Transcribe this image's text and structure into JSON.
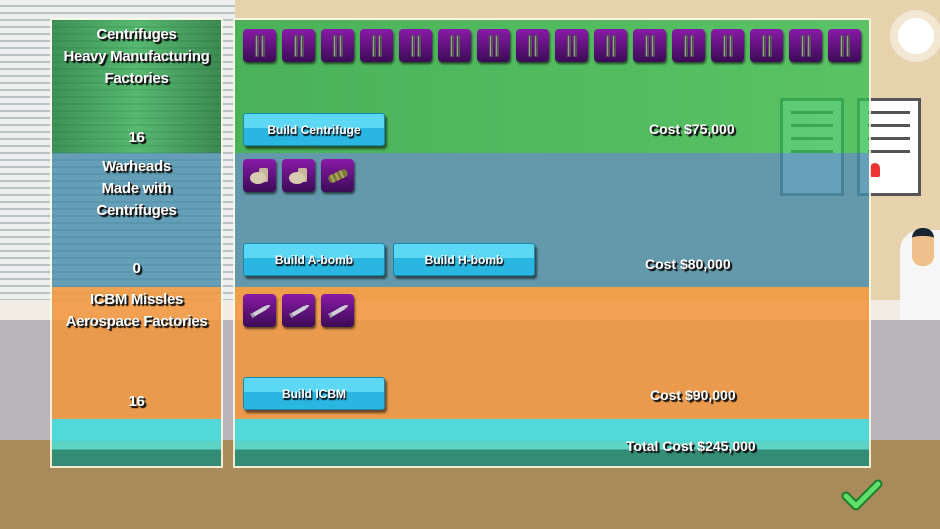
{
  "summary": {
    "centrifuges": {
      "title_lines": [
        "Centrifuges",
        "Heavy Manufacturing",
        "Factories"
      ],
      "count": "16"
    },
    "warheads": {
      "title_lines": [
        "Warheads",
        "Made with",
        "Centrifuges"
      ],
      "count": "0"
    },
    "icbm": {
      "title_lines": [
        "ICBM Missles",
        "Aerospace Factories"
      ],
      "count": "16"
    }
  },
  "centrifuge_row": {
    "icon": "centrifuge-icon",
    "tile_count": 16,
    "button_label": "Build Centrifuge",
    "cost": "Cost $75,000"
  },
  "warhead_row": {
    "icons": [
      "a-bomb-icon",
      "a-bomb-icon",
      "h-bomb-icon"
    ],
    "buttons": [
      {
        "label": "Build A-bomb"
      },
      {
        "label": "Build H-bomb"
      }
    ],
    "cost": "Cost $80,000"
  },
  "icbm_row": {
    "icons": [
      "missile-icon",
      "missile-icon",
      "missile-icon"
    ],
    "button_label": "Build ICBM",
    "cost": "Cost $90,000"
  },
  "total_cost": "Total Cost $245,000",
  "confirm": {
    "icon": "checkmark-icon"
  },
  "colors": {
    "green_band": "#2fae4e",
    "blue_band": "#4a8caa",
    "orange_band": "#f0963c",
    "teal_band": "#46dcdc",
    "button": "#29b6e0",
    "tile": "#6a1090",
    "floor": "#a98b5b"
  }
}
